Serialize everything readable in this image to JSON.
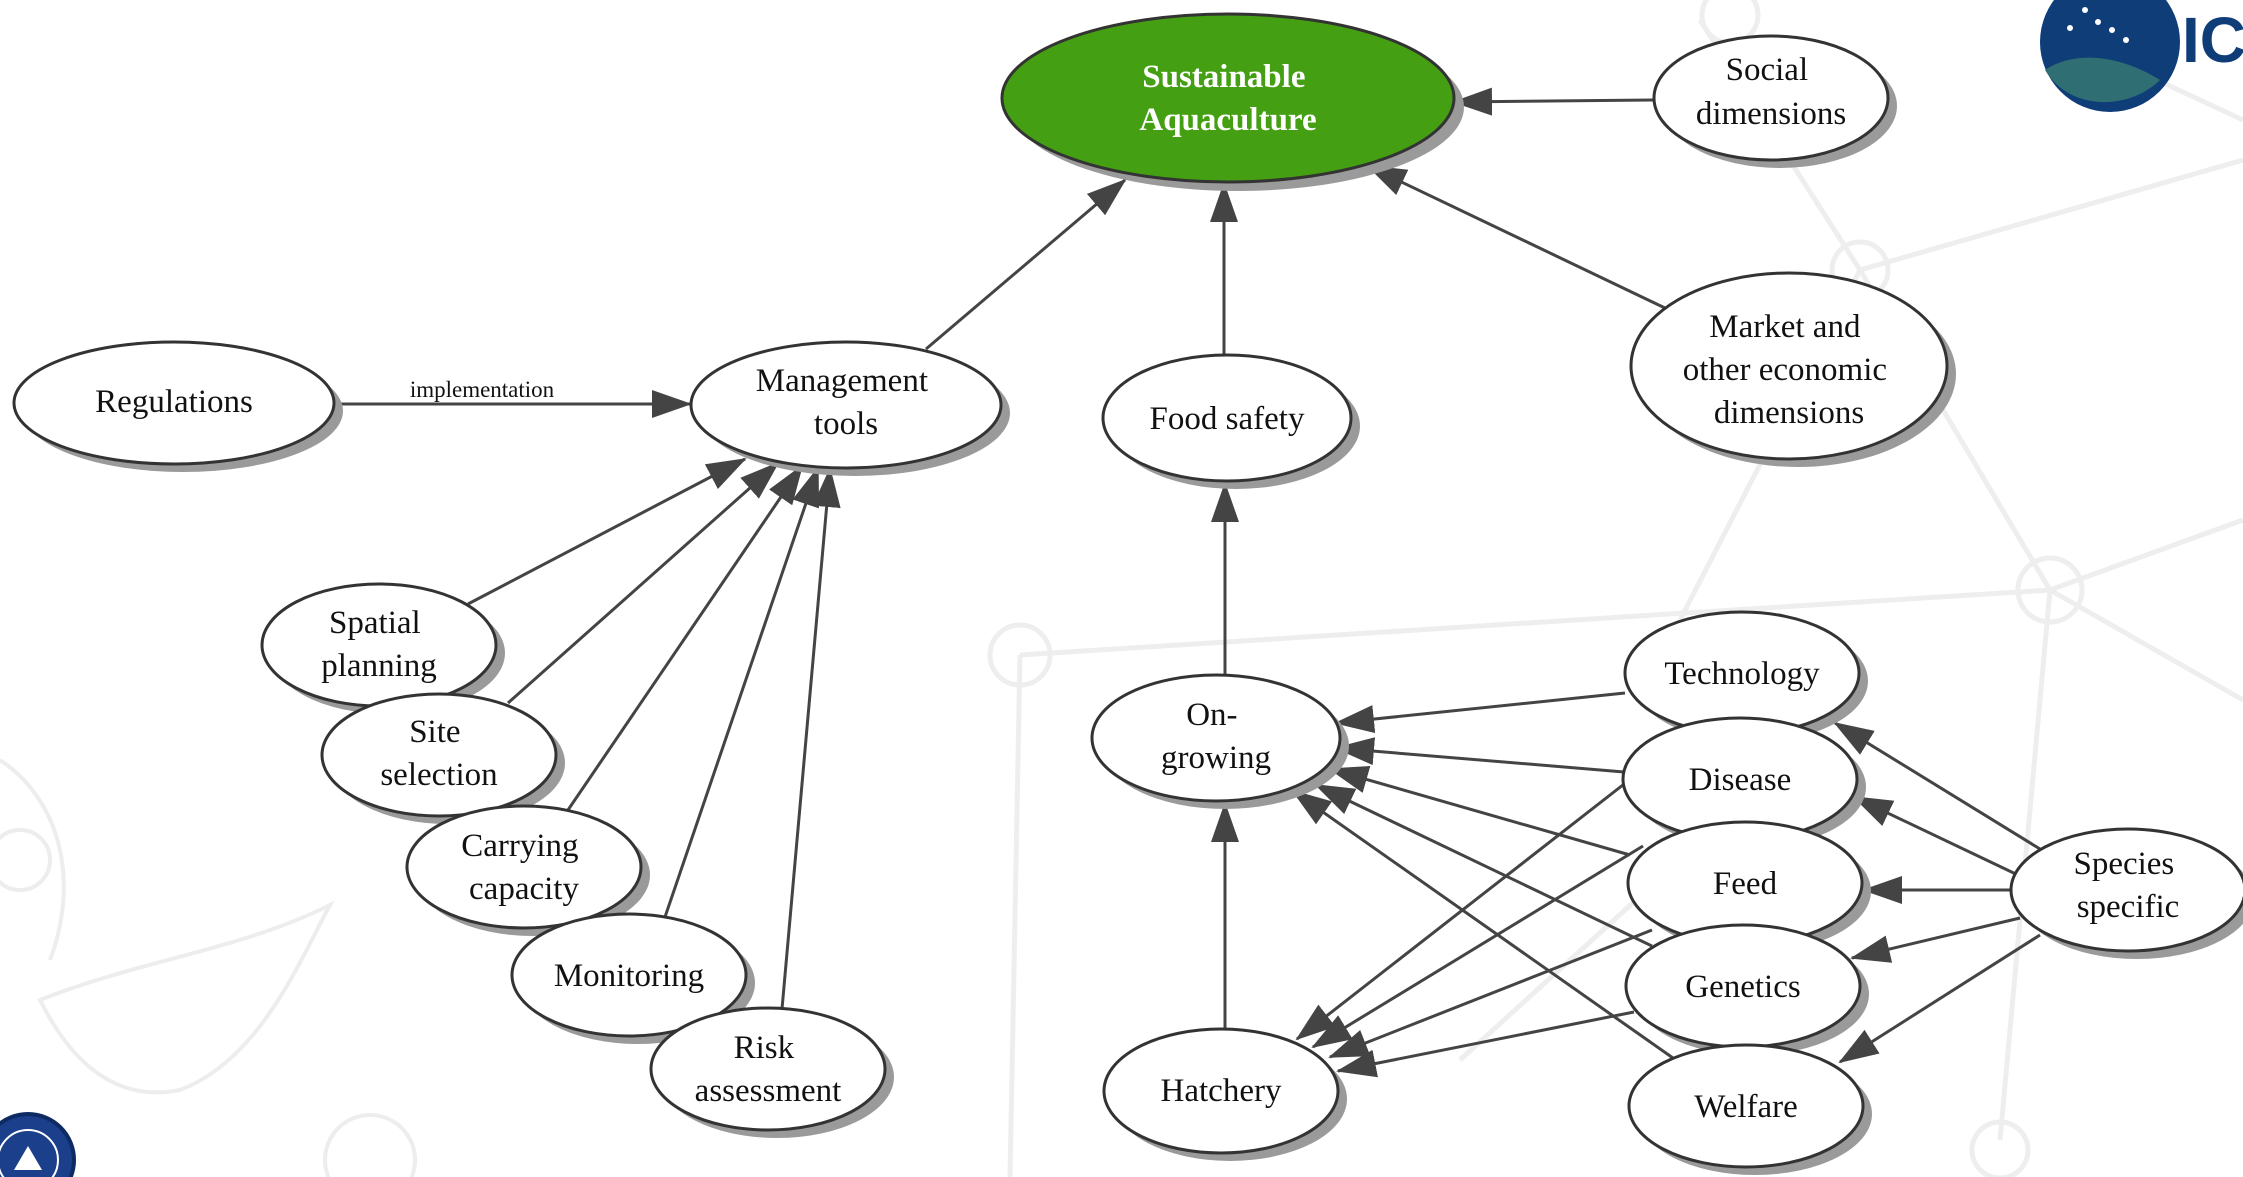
{
  "colors": {
    "root_fill": "#44a012",
    "node_fill": "#ffffff",
    "edge": "#444444",
    "shadow": "#9a9a9a",
    "logo_blue": "#0f3d78",
    "logo_teal": "#2f6f73"
  },
  "logo_text": "ICES CIEM",
  "nodes": {
    "root": [
      "Sustainable",
      "Aquaculture"
    ],
    "social": [
      "Social",
      "dimensions"
    ],
    "market": [
      "Market and",
      "other economic",
      "dimensions"
    ],
    "regulations": [
      "Regulations"
    ],
    "management": [
      "Management",
      "tools"
    ],
    "food_safety": [
      "Food safety"
    ],
    "spatial": [
      "Spatial",
      "planning"
    ],
    "site": [
      "Site",
      "selection"
    ],
    "carrying": [
      "Carrying",
      "capacity"
    ],
    "monitoring": [
      "Monitoring"
    ],
    "risk": [
      "Risk",
      "assessment"
    ],
    "ongrowing": [
      "On-",
      "growing"
    ],
    "hatchery": [
      "Hatchery"
    ],
    "technology": [
      "Technology"
    ],
    "disease": [
      "Disease"
    ],
    "feed": [
      "Feed"
    ],
    "genetics": [
      "Genetics"
    ],
    "welfare": [
      "Welfare"
    ],
    "species": [
      "Species",
      "specific"
    ]
  },
  "edges": [
    {
      "from": "management",
      "to": "root"
    },
    {
      "from": "food_safety",
      "to": "root"
    },
    {
      "from": "market",
      "to": "root"
    },
    {
      "from": "social",
      "to": "root"
    },
    {
      "from": "regulations",
      "to": "management",
      "label": "implementation"
    },
    {
      "from": "spatial",
      "to": "management"
    },
    {
      "from": "site",
      "to": "management"
    },
    {
      "from": "carrying",
      "to": "management"
    },
    {
      "from": "monitoring",
      "to": "management"
    },
    {
      "from": "risk",
      "to": "management"
    },
    {
      "from": "ongrowing",
      "to": "food_safety"
    },
    {
      "from": "hatchery",
      "to": "ongrowing"
    },
    {
      "from": "technology",
      "to": "ongrowing"
    },
    {
      "from": "disease",
      "to": "ongrowing"
    },
    {
      "from": "feed",
      "to": "ongrowing"
    },
    {
      "from": "genetics",
      "to": "ongrowing"
    },
    {
      "from": "welfare",
      "to": "ongrowing"
    },
    {
      "from": "disease",
      "to": "hatchery"
    },
    {
      "from": "feed",
      "to": "hatchery"
    },
    {
      "from": "genetics",
      "to": "hatchery"
    },
    {
      "from": "welfare",
      "to": "hatchery"
    },
    {
      "from": "species",
      "to": "technology"
    },
    {
      "from": "species",
      "to": "disease"
    },
    {
      "from": "species",
      "to": "feed"
    },
    {
      "from": "species",
      "to": "genetics"
    },
    {
      "from": "species",
      "to": "welfare"
    }
  ]
}
